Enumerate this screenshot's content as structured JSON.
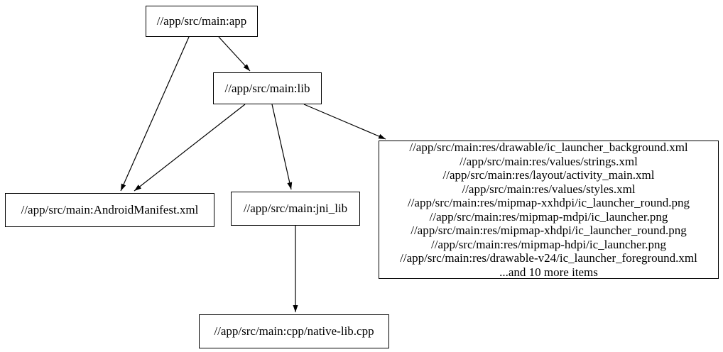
{
  "graph": {
    "type": "dependency-graph",
    "colors": {
      "background": "#ffffff",
      "node_border": "#000000",
      "text": "#000000",
      "edge": "#000000"
    },
    "nodes": [
      {
        "id": "app",
        "label": "//app/src/main:app"
      },
      {
        "id": "lib",
        "label": "//app/src/main:lib"
      },
      {
        "id": "android_manifest",
        "label": "//app/src/main:AndroidManifest.xml"
      },
      {
        "id": "jni_lib",
        "label": "//app/src/main:jni_lib"
      },
      {
        "id": "res_group",
        "lines": [
          "//app/src/main:res/drawable/ic_launcher_background.xml",
          "//app/src/main:res/values/strings.xml",
          "//app/src/main:res/layout/activity_main.xml",
          "//app/src/main:res/values/styles.xml",
          "//app/src/main:res/mipmap-xxhdpi/ic_launcher_round.png",
          "//app/src/main:res/mipmap-mdpi/ic_launcher.png",
          "//app/src/main:res/mipmap-xhdpi/ic_launcher_round.png",
          "//app/src/main:res/mipmap-hdpi/ic_launcher.png",
          "//app/src/main:res/drawable-v24/ic_launcher_foreground.xml",
          "...and 10 more items"
        ]
      },
      {
        "id": "native_lib_cpp",
        "label": "//app/src/main:cpp/native-lib.cpp"
      }
    ],
    "edges": [
      {
        "from": "app",
        "to": "android_manifest"
      },
      {
        "from": "app",
        "to": "lib"
      },
      {
        "from": "lib",
        "to": "android_manifest"
      },
      {
        "from": "lib",
        "to": "jni_lib"
      },
      {
        "from": "lib",
        "to": "res_group"
      },
      {
        "from": "jni_lib",
        "to": "native_lib_cpp"
      }
    ]
  }
}
